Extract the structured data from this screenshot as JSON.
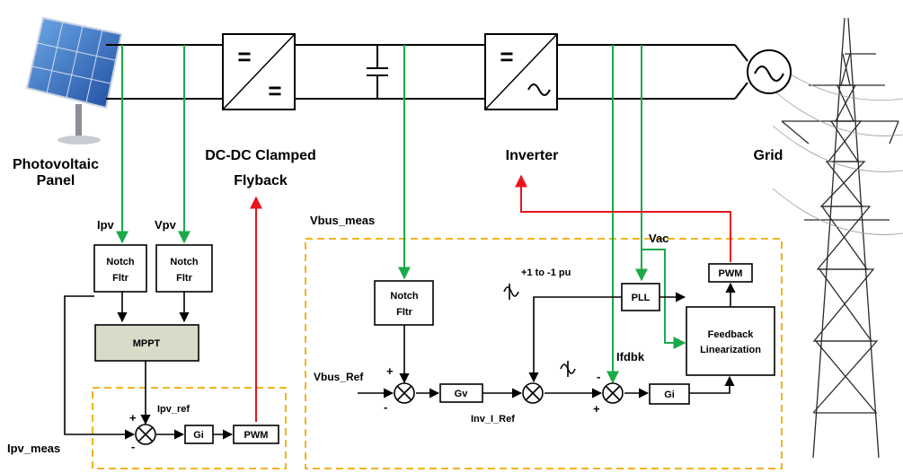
{
  "components": {
    "pv_panel": "Photovoltaic",
    "pv_panel_line2": "Panel",
    "flyback_line1": "DC-DC Clamped",
    "flyback_line2": "Flyback",
    "inverter": "Inverter",
    "grid": "Grid"
  },
  "converter_symbols": {
    "dc": "=",
    "ac": "~"
  },
  "signals": {
    "ipv": "Ipv",
    "vpv": "Vpv",
    "ipv_ref": "Ipv_ref",
    "ipv_meas": "Ipv_meas",
    "vbus_meas": "Vbus_meas",
    "vbus_ref": "Vbus_Ref",
    "inv_i_ref": "Inv_I_Ref",
    "vac": "Vac",
    "ifdbk": "Ifdbk",
    "unit_sine": "+1 to -1 pu"
  },
  "blocks": {
    "notch_line1": "Notch",
    "notch_line2": "Fltr",
    "mppt": "MPPT",
    "gi": "Gi",
    "gv": "Gv",
    "pwm": "PWM",
    "pll": "PLL",
    "feedback_line1": "Feedback",
    "feedback_line2": "Linearization"
  },
  "signs": {
    "plus": "+",
    "minus": "-"
  },
  "colors": {
    "measurement_line": "#1aaa4a",
    "pwm_line": "#e8141c",
    "control_boundary": "#f0b41e",
    "mppt_fill": "#d6dcc8",
    "power_line": "#000000"
  }
}
